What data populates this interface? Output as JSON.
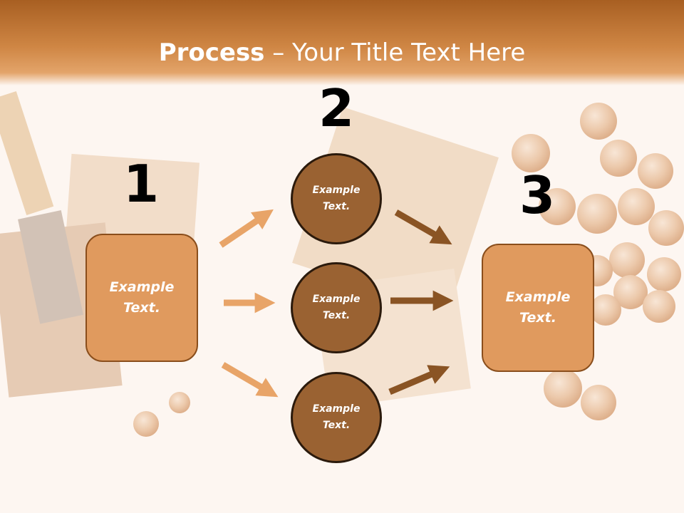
{
  "slide": {
    "title_bold": "Process",
    "title_rest": " – Your Title Text Here"
  },
  "steps": {
    "one": "1",
    "two": "2",
    "three": "3"
  },
  "boxes": {
    "left": "Example Text.",
    "right": "Example Text."
  },
  "circles": {
    "top": "Example Text.",
    "middle": "Example Text.",
    "bottom": "Example Text."
  },
  "colors": {
    "header": "#cf8644",
    "box_fill": "#e09a5e",
    "circle_fill": "#9a6232",
    "arrow_light": "#e8a468",
    "arrow_dark": "#8a5424"
  }
}
